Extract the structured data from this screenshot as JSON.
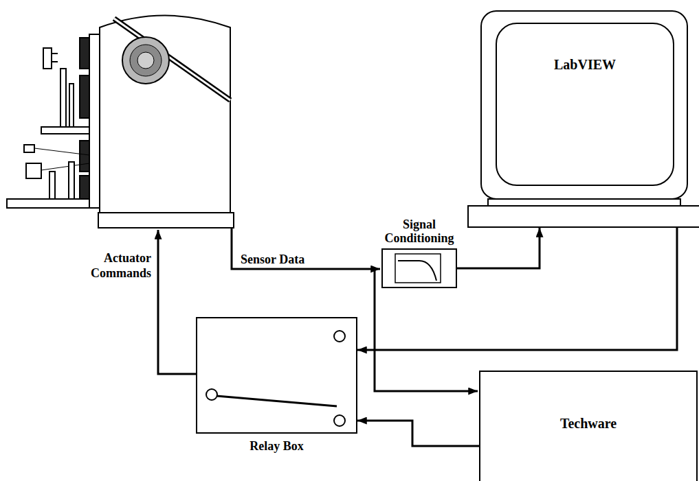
{
  "diagram": {
    "nodes": [
      {
        "text": [
          "LabVIEW"
        ]
      },
      {
        "text": [
          "Signal Conditioning"
        ]
      },
      {
        "text": [
          "Relay Box"
        ]
      },
      {
        "text": [
          "Techware"
        ]
      }
    ],
    "edges": [
      {
        "from": 1,
        "to": 0,
        "arrow": "to"
      },
      {
        "from": 0,
        "to": 2,
        "arrow": "to"
      },
      {
        "from": 3,
        "to": 2,
        "arrow": "to"
      }
    ],
    "labels": [
      "Sensor Data",
      "Actuator Commands"
    ]
  }
}
